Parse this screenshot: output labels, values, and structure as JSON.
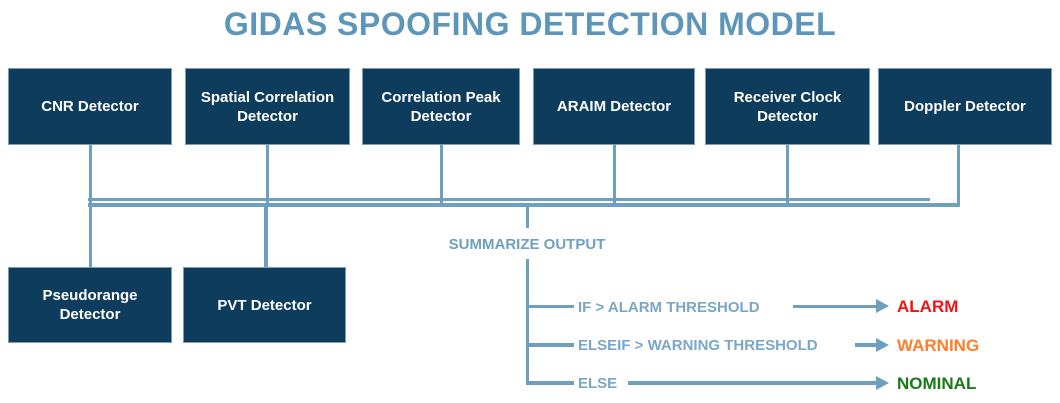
{
  "title": "GIDAS SPOOFING DETECTION MODEL",
  "diagram": {
    "top_detectors": [
      {
        "label": "CNR Detector"
      },
      {
        "label": "Spatial Correlation Detector"
      },
      {
        "label": "Correlation Peak Detector"
      },
      {
        "label": "ARAIM Detector"
      },
      {
        "label": "Receiver Clock Detector"
      },
      {
        "label": "Doppler Detector"
      }
    ],
    "bottom_detectors": [
      {
        "label": "Pseudorange Detector"
      },
      {
        "label": "PVT Detector"
      }
    ],
    "summary": {
      "label": "SUMMARIZE OUTPUT",
      "branches": [
        {
          "condition": "IF > ALARM THRESHOLD",
          "result": "ALARM",
          "result_color": "#f31212"
        },
        {
          "condition": "ELSEIF > WARNING THRESHOLD",
          "result": "WARNING",
          "result_color": "#ff7e27"
        },
        {
          "condition": "ELSE",
          "result": "NOMINAL",
          "result_color": "#187a18"
        }
      ]
    }
  },
  "colors": {
    "title": "#5e96b9",
    "connector": "#6f9fbe",
    "branch_label": "#7aa7c5",
    "summary_label": "#6fa0c0",
    "box_fill": "#0e3c5c",
    "box_border": "#7b9cb2",
    "box_text": "#ffffff"
  }
}
